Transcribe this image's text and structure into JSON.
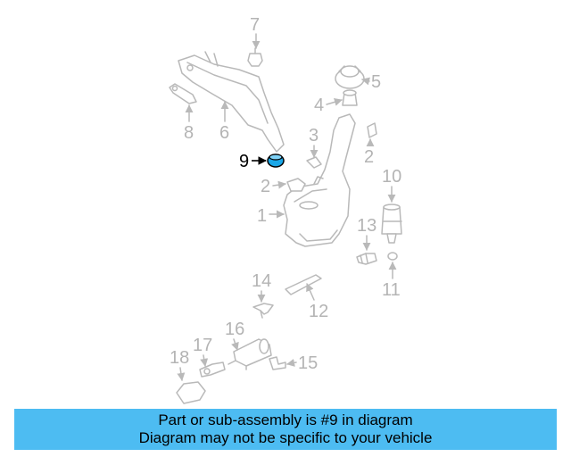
{
  "callouts": {
    "c1": "1",
    "c2a": "2",
    "c2b": "2",
    "c3": "3",
    "c4": "4",
    "c5": "5",
    "c6": "6",
    "c7": "7",
    "c8": "8",
    "c9": "9",
    "c10": "10",
    "c11": "11",
    "c12": "12",
    "c13": "13",
    "c14": "14",
    "c15": "15",
    "c16": "16",
    "c17": "17",
    "c18": "18"
  },
  "highlight_part": "9",
  "colors": {
    "banner": "#4dbcf2",
    "line_art": "#b9b9b9",
    "highlight": "#000000",
    "highlight_fill": "#1aa7e8"
  },
  "banner": {
    "line1": "Part or sub-assembly is #9 in diagram",
    "line2": "Diagram may not be specific to your vehicle"
  }
}
